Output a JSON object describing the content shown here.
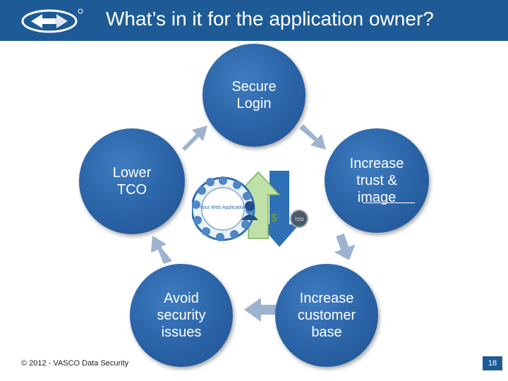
{
  "header": {
    "title": "What’s in it for the application owner?",
    "background_color": "#1e5b96"
  },
  "diagram": {
    "nodes": [
      {
        "id": "secure-login",
        "label": "Secure\nLogin"
      },
      {
        "id": "increase-trust",
        "label": "Increase\ntrust &\nimage"
      },
      {
        "id": "increase-customer-base",
        "label": "Increase\ncustomer\nbase"
      },
      {
        "id": "avoid-security-issues",
        "label": "Avoid\nsecurity\nissues"
      },
      {
        "id": "lower-tco",
        "label": "Lower\nTCO"
      }
    ],
    "node_color": "#2a63a6",
    "arrow_color": "#9db3cf",
    "center_graphic": {
      "items": [
        "Your Web Application",
        "$",
        "TCO"
      ],
      "icons": [
        "gear-ring-icon",
        "user-icon",
        "up-arrow-icon",
        "down-arrow-icon"
      ]
    }
  },
  "footer": {
    "copyright": "© 2012 - VASCO Data Security",
    "page_number": "18"
  }
}
